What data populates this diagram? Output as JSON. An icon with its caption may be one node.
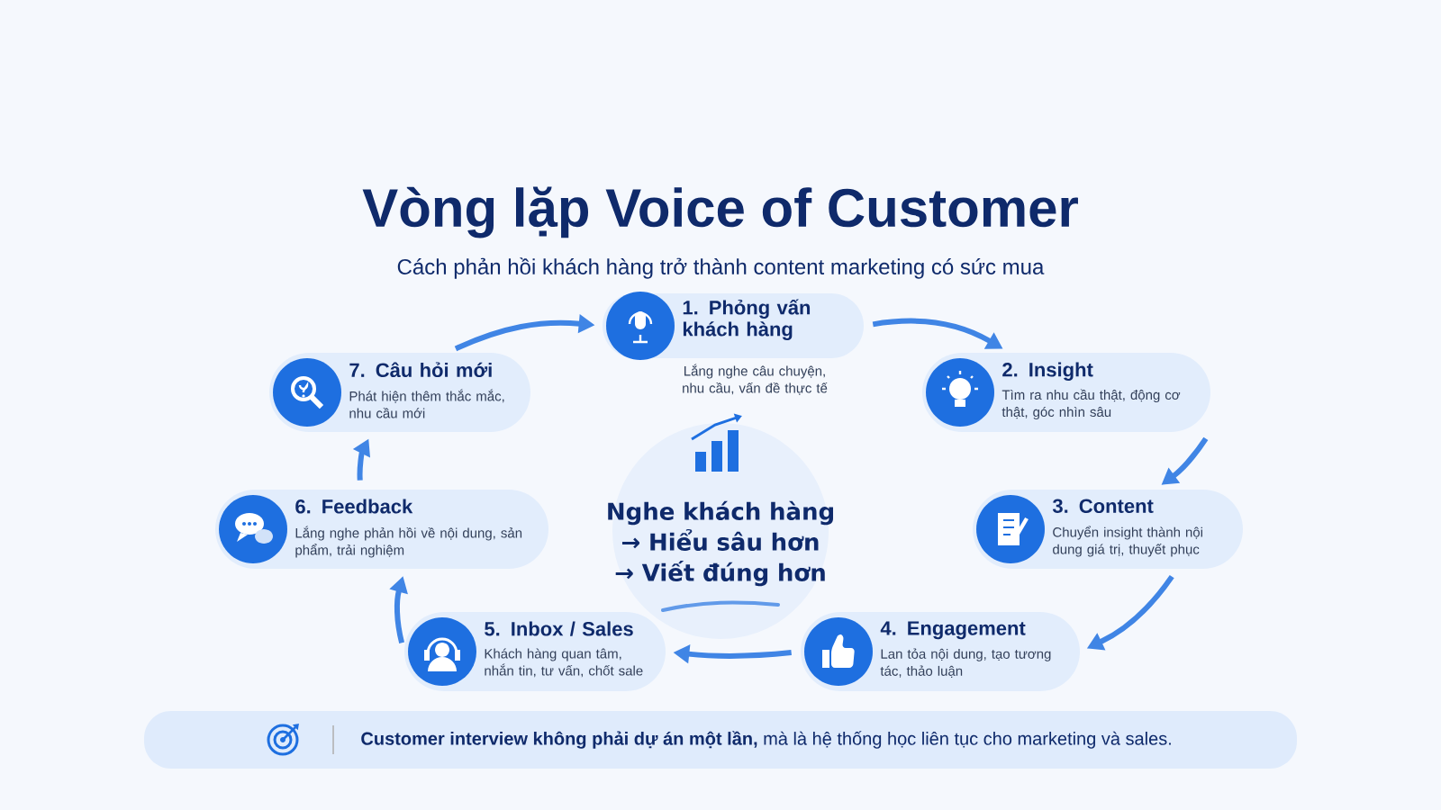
{
  "diagram": {
    "title": "Vòng lặp Voice of Customer",
    "caption": "Cách phản hồi khách hàng trở thành content marketing có sức mua",
    "nodes": [
      {
        "text": [
          "1. Phỏng vấn khách hàng"
        ],
        "beside": [
          "Lắng nghe câu chuyện, nhu cầu, vấn đề thực tế"
        ]
      },
      {
        "text": [
          "2. Insight",
          "Tìm ra nhu cầu thật, động cơ thật, góc nhìn sâu"
        ]
      },
      {
        "text": [
          "3. Content",
          "Chuyển insight thành nội dung giá trị, thuyết phục"
        ]
      },
      {
        "text": [
          "4. Engagement",
          "Lan tỏa nội dung, tạo tương tác, thảo luận"
        ]
      },
      {
        "text": [
          "5. Inbox / Sales",
          "Khách hàng quan tâm, nhắn tin, tư vấn, chốt sale"
        ]
      },
      {
        "text": [
          "6. Feedback",
          "Lắng nghe phản hồi về nội dung, sản phẩm, trải nghiệm"
        ]
      },
      {
        "text": [
          "7. Câu hỏi mới",
          "Phát hiện thêm thắc mắc, nhu cầu mới"
        ]
      },
      {
        "text": [
          "Nghe khách hàng → Hiểu sâu hơn → Viết đúng hơn"
        ]
      },
      {
        "text": [
          "**Customer interview không phải dự án một lần,** mà là hệ thống học liên tục cho marketing và sales."
        ]
      }
    ],
    "edges": [
      {
        "from": 0,
        "to": 1,
        "arrow": "to"
      },
      {
        "from": 1,
        "to": 2,
        "arrow": "to"
      },
      {
        "from": 2,
        "to": 3,
        "arrow": "to"
      },
      {
        "from": 3,
        "to": 4,
        "arrow": "to"
      },
      {
        "from": 4,
        "to": 5,
        "arrow": "to"
      },
      {
        "from": 5,
        "to": 6,
        "arrow": "to"
      },
      {
        "from": 6,
        "to": 0,
        "arrow": "to"
      }
    ]
  }
}
